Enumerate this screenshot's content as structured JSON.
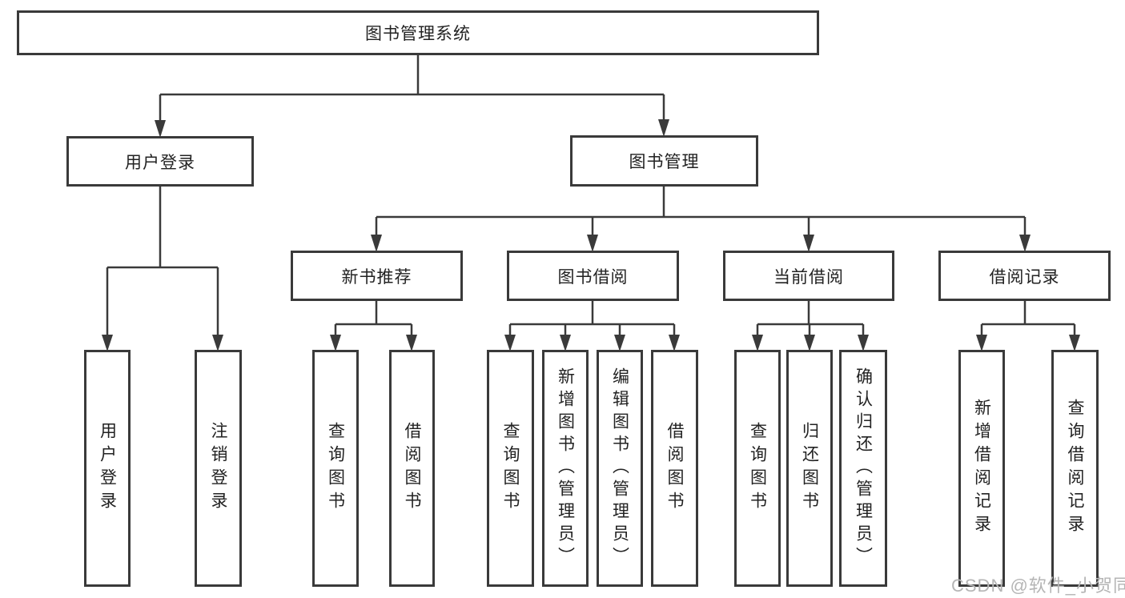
{
  "tree": {
    "label": "图书管理系统",
    "children": [
      {
        "label": "用户登录",
        "children": [
          {
            "label": "用户登录"
          },
          {
            "label": "注销登录"
          }
        ]
      },
      {
        "label": "图书管理",
        "children": [
          {
            "label": "新书推荐",
            "children": [
              {
                "label": "查询图书"
              },
              {
                "label": "借阅图书"
              }
            ]
          },
          {
            "label": "图书借阅",
            "children": [
              {
                "label": "查询图书"
              },
              {
                "label": "新增图书（管理员）"
              },
              {
                "label": "编辑图书（管理员）"
              },
              {
                "label": "借阅图书"
              }
            ]
          },
          {
            "label": "当前借阅",
            "children": [
              {
                "label": "查询图书"
              },
              {
                "label": "归还图书"
              },
              {
                "label": "确认归还（管理员）"
              }
            ]
          },
          {
            "label": "借阅记录",
            "children": [
              {
                "label": "新增借阅记录"
              },
              {
                "label": "查询借阅记录"
              }
            ]
          }
        ]
      }
    ]
  },
  "watermark": "CSDN @软件_小贺同学",
  "colors": {
    "line": "#3a3a3a",
    "box_border": "#3a3a3a",
    "text": "#222222",
    "watermark": "#b5b5b5",
    "background": "#ffffff"
  }
}
